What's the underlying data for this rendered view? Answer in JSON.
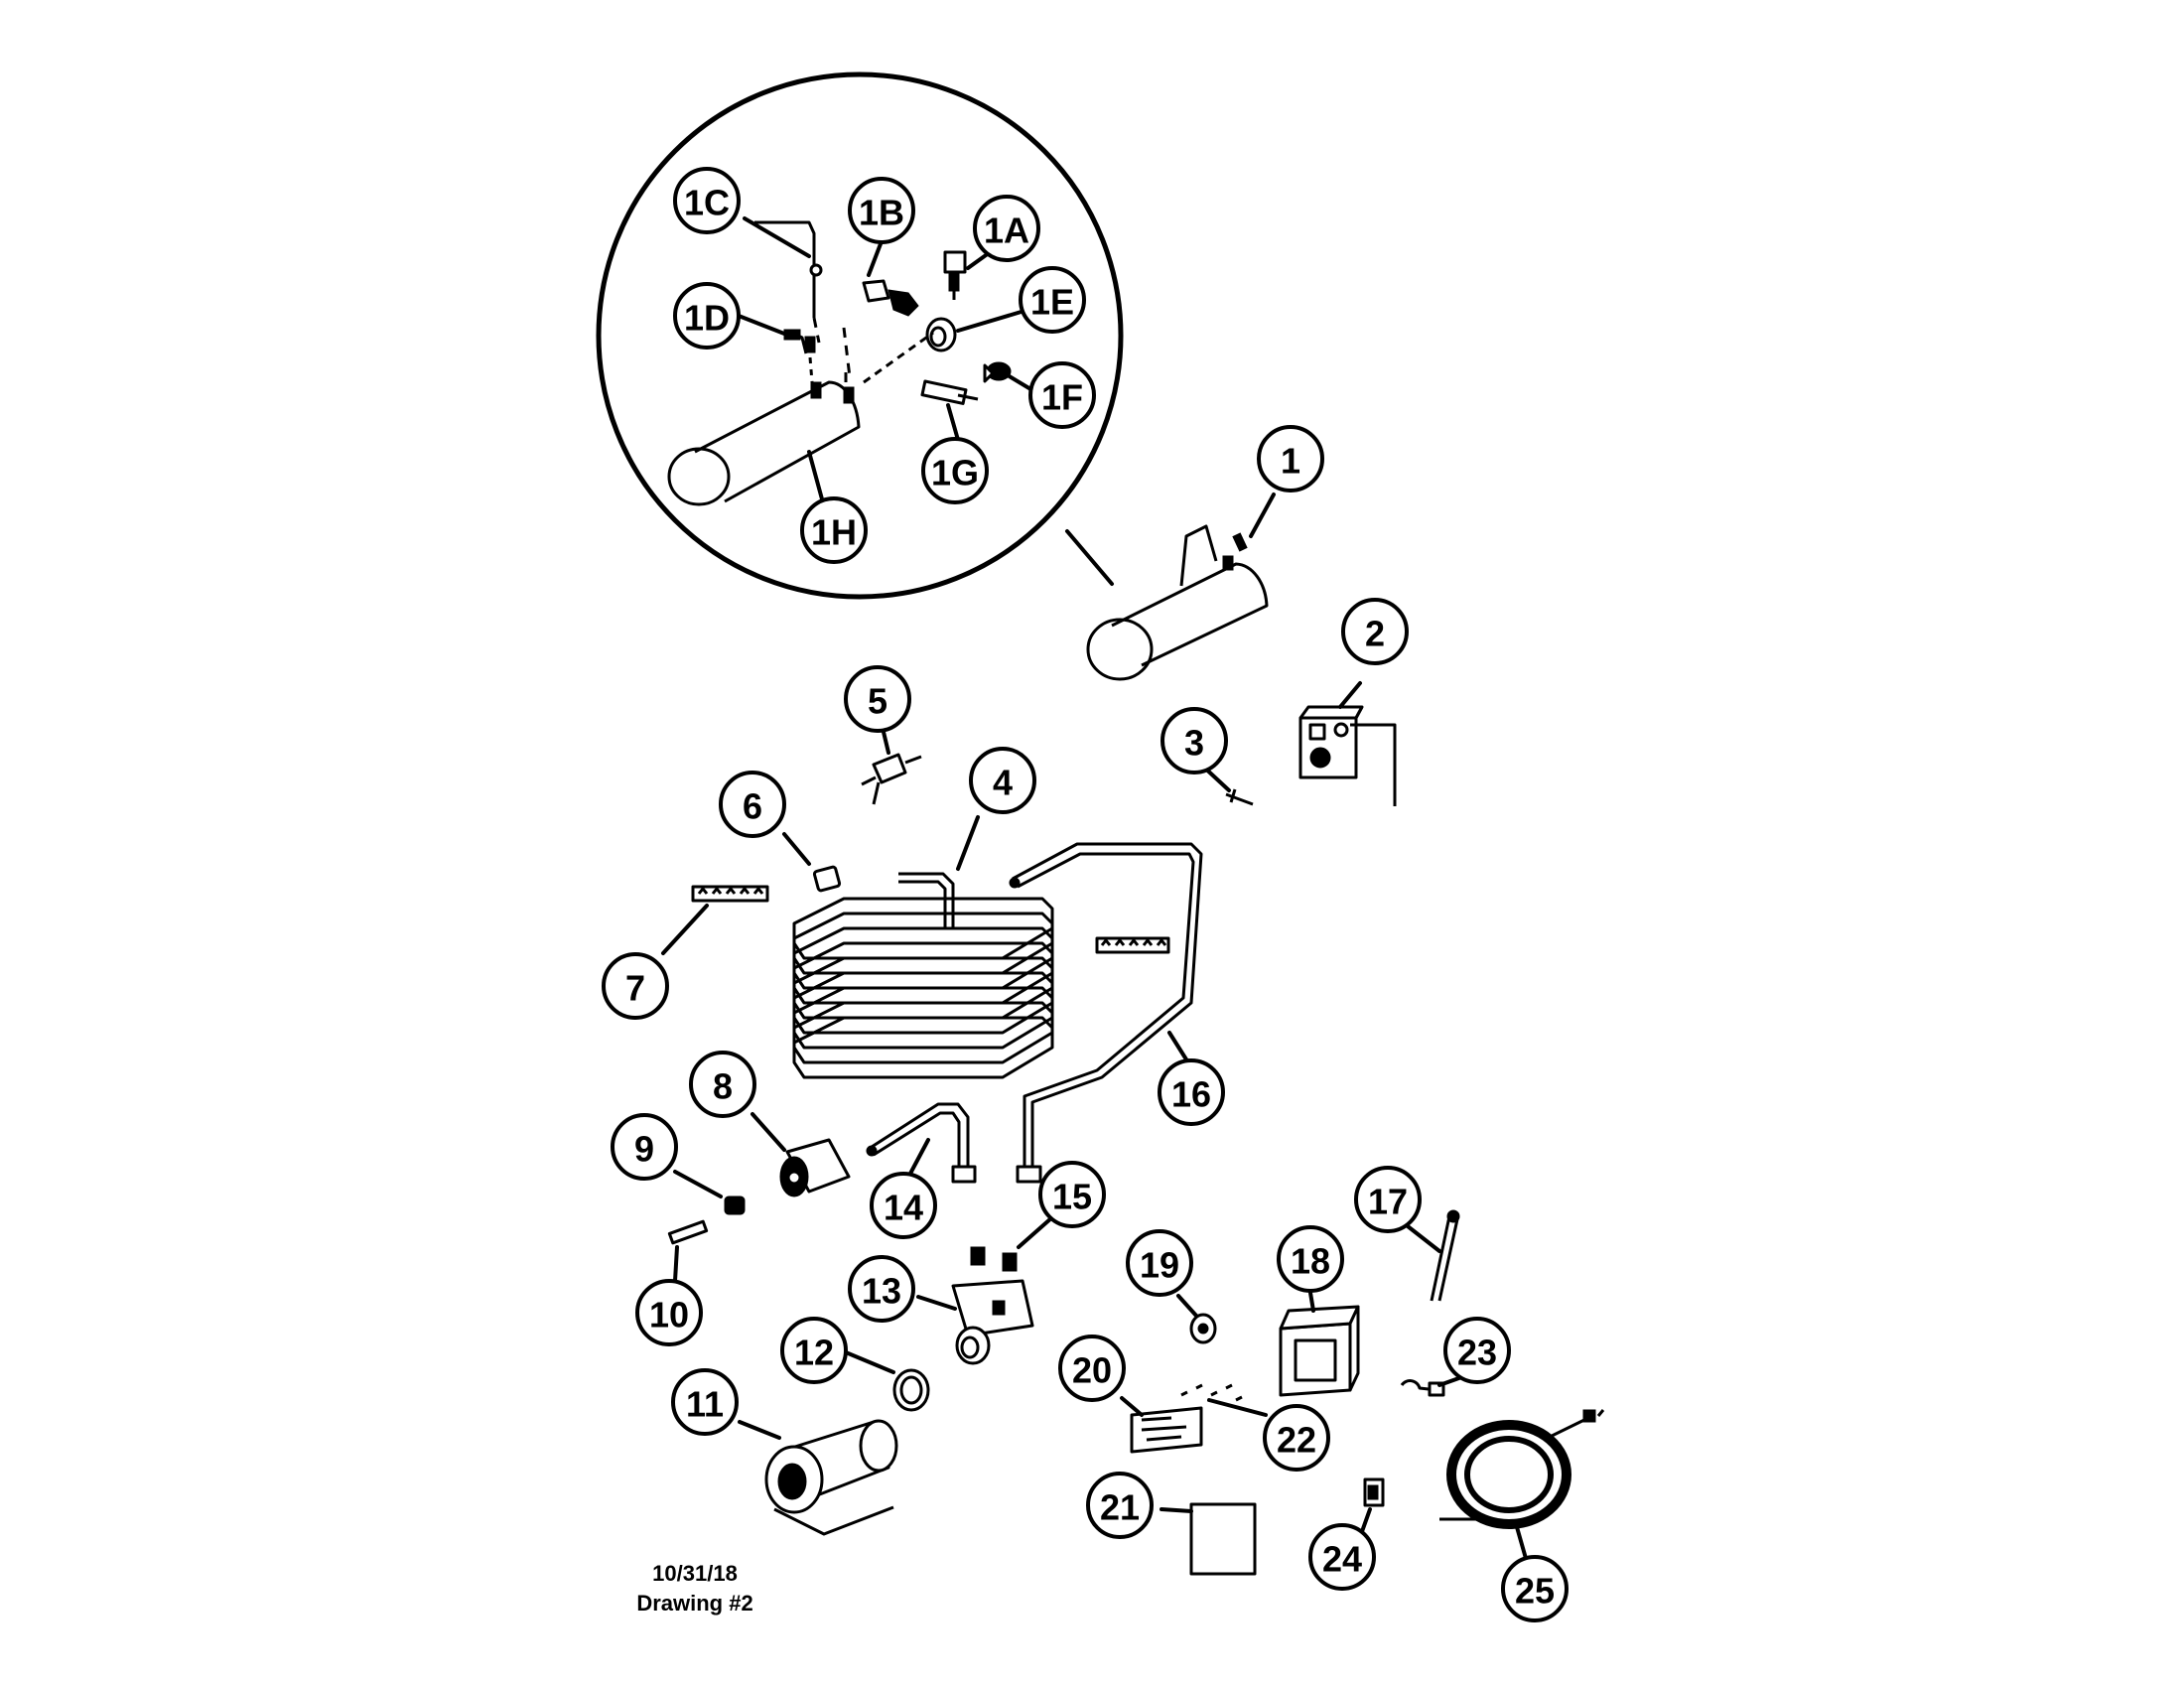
{
  "drawing": {
    "date": "10/31/18",
    "number": "Drawing #2"
  },
  "callouts": [
    {
      "id": "c1A",
      "label": "1A"
    },
    {
      "id": "c1B",
      "label": "1B"
    },
    {
      "id": "c1C",
      "label": "1C"
    },
    {
      "id": "c1D",
      "label": "1D"
    },
    {
      "id": "c1E",
      "label": "1E"
    },
    {
      "id": "c1F",
      "label": "1F"
    },
    {
      "id": "c1G",
      "label": "1G"
    },
    {
      "id": "c1H",
      "label": "1H"
    },
    {
      "id": "c1",
      "label": "1"
    },
    {
      "id": "c2",
      "label": "2"
    },
    {
      "id": "c3",
      "label": "3"
    },
    {
      "id": "c4",
      "label": "4"
    },
    {
      "id": "c5",
      "label": "5"
    },
    {
      "id": "c6",
      "label": "6"
    },
    {
      "id": "c7",
      "label": "7"
    },
    {
      "id": "c8",
      "label": "8"
    },
    {
      "id": "c9",
      "label": "9"
    },
    {
      "id": "c10",
      "label": "10"
    },
    {
      "id": "c11",
      "label": "11"
    },
    {
      "id": "c12",
      "label": "12"
    },
    {
      "id": "c13",
      "label": "13"
    },
    {
      "id": "c14",
      "label": "14"
    },
    {
      "id": "c15",
      "label": "15"
    },
    {
      "id": "c16",
      "label": "16"
    },
    {
      "id": "c17",
      "label": "17"
    },
    {
      "id": "c18",
      "label": "18"
    },
    {
      "id": "c19",
      "label": "19"
    },
    {
      "id": "c20",
      "label": "20"
    },
    {
      "id": "c21",
      "label": "21"
    },
    {
      "id": "c22",
      "label": "22"
    },
    {
      "id": "c23",
      "label": "23"
    },
    {
      "id": "c24",
      "label": "24"
    },
    {
      "id": "c25",
      "label": "25"
    }
  ]
}
